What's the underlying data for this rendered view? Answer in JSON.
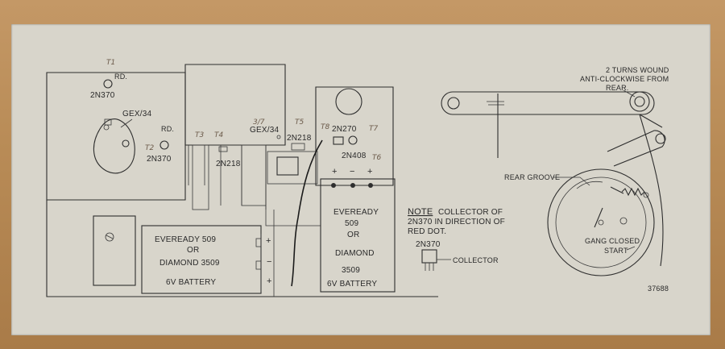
{
  "layout": {
    "transistor_left_top": "2N370",
    "transistor_left_top_rd": "RD.",
    "diode_label": "GEX/34",
    "transistor_left_bottom": "2N370",
    "transistor_left_bottom_rd": "RD.",
    "diode_center_label": "GEX/34",
    "transistor_center_left": "2N218",
    "transistor_center": "2N218",
    "transistor_right_top": "2N270",
    "transistor_right_bottom": "2N408",
    "battery_left_line1": "EVEREADY 509",
    "battery_left_line2": "OR",
    "battery_left_line3": "DIAMOND 3509",
    "battery_left_line4": "6V BATTERY",
    "battery_right_line1": "EVEREADY",
    "battery_right_line2": "509",
    "battery_right_line3": "OR",
    "battery_right_line4": "DIAMOND",
    "battery_right_line5": "3509",
    "battery_right_line6": "6V BATTERY",
    "plus": "+",
    "minus": "−",
    "note_heading": "NOTE",
    "note_line1": "COLLECTOR OF",
    "note_line2": "2N370 IN DIRECTION OF",
    "note_line3": "RED DOT.",
    "note_part": "2N370",
    "collector_label": "COLLECTOR"
  },
  "pencil": {
    "t1": "T1",
    "t2": "T2",
    "t3": "T3",
    "t4": "T4",
    "t5": "T5",
    "t6": "T6",
    "t7": "T7",
    "t8": "T8",
    "t12": "3/7"
  },
  "dial": {
    "wound_line1": "2 TURNS WOUND",
    "wound_line2": "ANTI-CLOCKWISE FROM",
    "wound_line3": "REAR.",
    "rear_groove": "REAR GROOVE",
    "gang_line1": "GANG CLOSED",
    "gang_line2": "START",
    "part_number": "37688"
  }
}
